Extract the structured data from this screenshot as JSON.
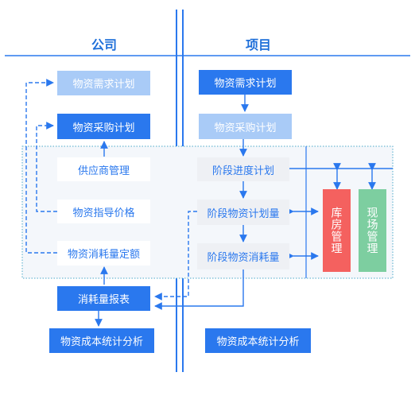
{
  "headers": {
    "left": "公司",
    "right": "项目"
  },
  "company": {
    "demand_plan": "物资需求计划",
    "purchase_plan": "物资采购计划",
    "supplier_mgmt": "供应商管理",
    "guide_price": "物资指导价格",
    "consumption_quota": "物资消耗量定额",
    "consumption_report": "消耗量报表",
    "cost_analysis": "物资成本统计分析"
  },
  "project": {
    "demand_plan": "物资需求计划",
    "purchase_plan": "物资采购计划",
    "progress_plan": "阶段进度计划",
    "stage_plan_qty": "阶段物资计划量",
    "stage_consumption": "阶段物资消耗量",
    "cost_analysis": "物资成本统计分析"
  },
  "side": {
    "warehouse": "库房管理",
    "site": "现场管理"
  },
  "colors": {
    "primary": "#2a78ee",
    "light": "#a9cbf7",
    "warehouse": "#f4615f",
    "site": "#7dcea0"
  }
}
